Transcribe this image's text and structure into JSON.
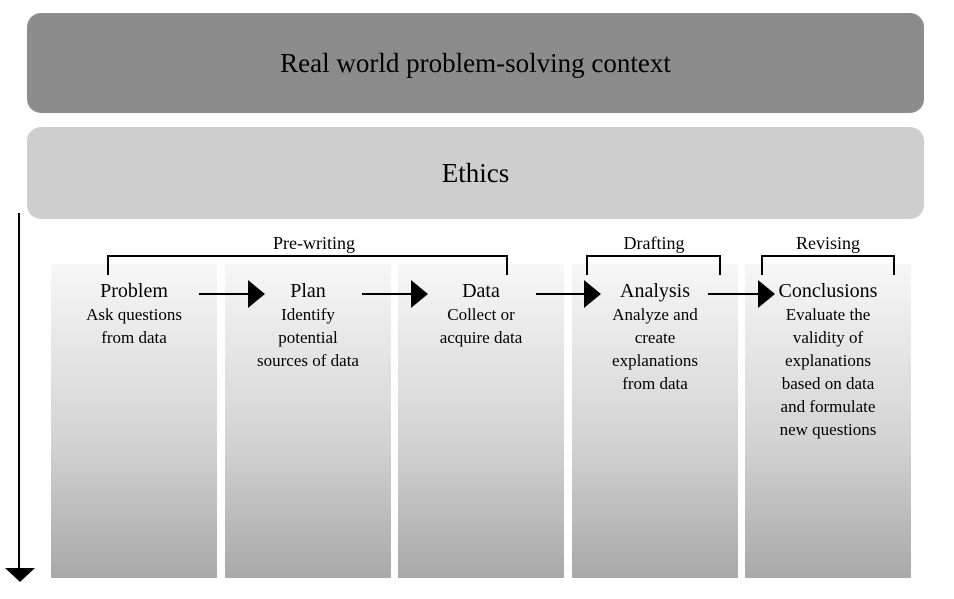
{
  "context": {
    "label": "Real world problem-solving context"
  },
  "ethics": {
    "label": "Ethics"
  },
  "phases": [
    {
      "label": "Pre-writing"
    },
    {
      "label": "Drafting"
    },
    {
      "label": "Revising"
    }
  ],
  "steps": [
    {
      "title": "Problem",
      "lines": [
        "Ask questions",
        "from data"
      ]
    },
    {
      "title": "Plan",
      "lines": [
        "Identify",
        "potential",
        "sources of data"
      ]
    },
    {
      "title": "Data",
      "lines": [
        "Collect or",
        "acquire data"
      ]
    },
    {
      "title": "Analysis",
      "lines": [
        "Analyze and",
        "create",
        "explanations",
        "from data"
      ]
    },
    {
      "title": "Conclusions",
      "lines": [
        "Evaluate the",
        "validity of",
        "explanations",
        "based on data",
        "and formulate",
        "new questions"
      ]
    }
  ]
}
